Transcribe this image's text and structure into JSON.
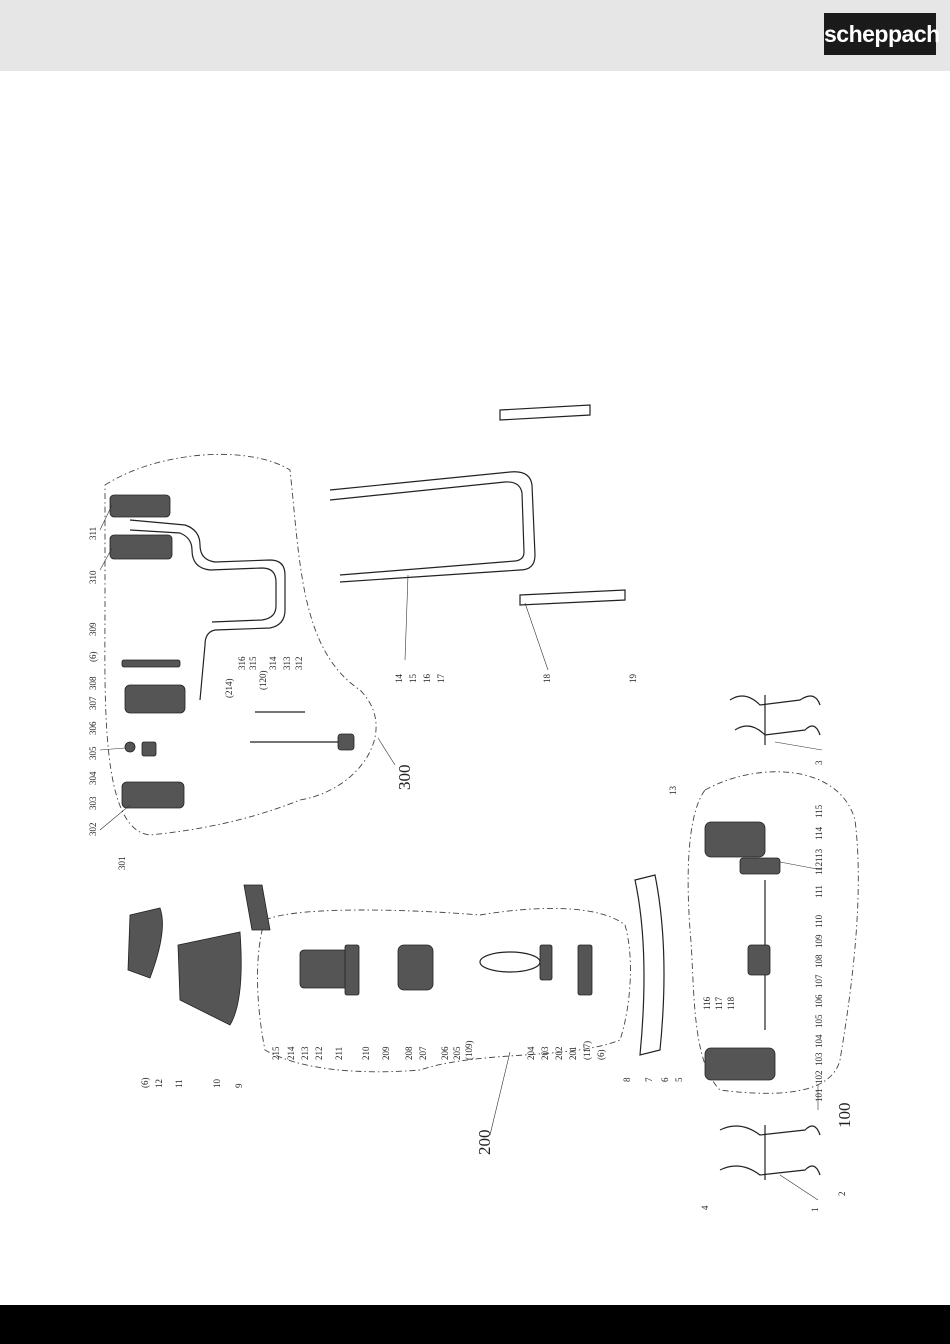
{
  "header": {
    "brand_logo": "scheppach"
  },
  "diagram": {
    "group_labels": [
      "300",
      "200",
      "100"
    ],
    "part_labels": [
      "311",
      "310",
      "309",
      "(6)",
      "308",
      "307",
      "306",
      "305",
      "304",
      "303",
      "302",
      "301",
      "(214)",
      "316",
      "315",
      "(120)",
      "314",
      "313",
      "312",
      "14",
      "15",
      "16",
      "17",
      "18",
      "19",
      "3",
      "13",
      "115",
      "114",
      "113",
      "112",
      "111",
      "110",
      "109",
      "108",
      "107",
      "106",
      "105",
      "104",
      "103",
      "102",
      "101",
      "116",
      "117",
      "118",
      "1",
      "2",
      "4",
      "(6)",
      "12",
      "11",
      "10",
      "9",
      "215",
      "214",
      "213",
      "212",
      "211",
      "210",
      "209",
      "208",
      "207",
      "206",
      "205",
      "(109)",
      "204",
      "203",
      "202",
      "201",
      "(117)",
      "(6)",
      "8",
      "7",
      "6",
      "5"
    ]
  }
}
